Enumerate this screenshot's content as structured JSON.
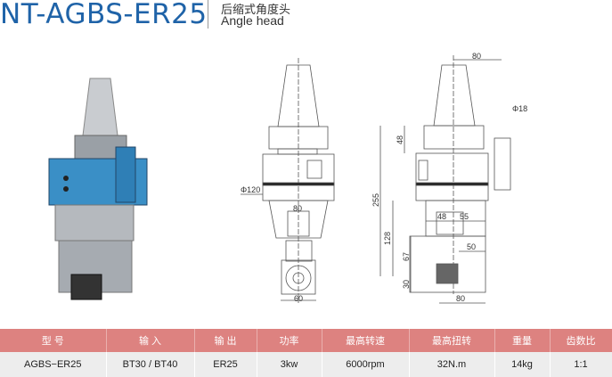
{
  "header": {
    "model_title": "NT-AGBS-ER25",
    "subtitle_cn": "后缩式角度头",
    "subtitle_en": "Angle head"
  },
  "drawings": {
    "front": {
      "dia_body": "Φ120",
      "width_top": "80",
      "width_bottom": "60"
    },
    "side": {
      "offset_top": "80",
      "dia_tool": "Φ18",
      "height_48": "48",
      "height_total": "255",
      "height_128": "128",
      "w_48": "48",
      "w_55": "55",
      "w_50": "50",
      "h_67": "67",
      "h_30": "30",
      "width_bottom": "80"
    }
  },
  "colors": {
    "accent": "#1f63a8",
    "table_header": "#dd8280",
    "photo_block": "#3a8fc6"
  },
  "spec_table": {
    "headers": [
      "型 号",
      "输 入",
      "输 出",
      "功率",
      "最高转速",
      "最高扭转",
      "重量",
      "齿数比"
    ],
    "rows": [
      [
        "AGBS−ER25",
        "BT30 / BT40",
        "ER25",
        "3kw",
        "6000rpm",
        "32N.m",
        "14kg",
        "1:1"
      ]
    ]
  }
}
